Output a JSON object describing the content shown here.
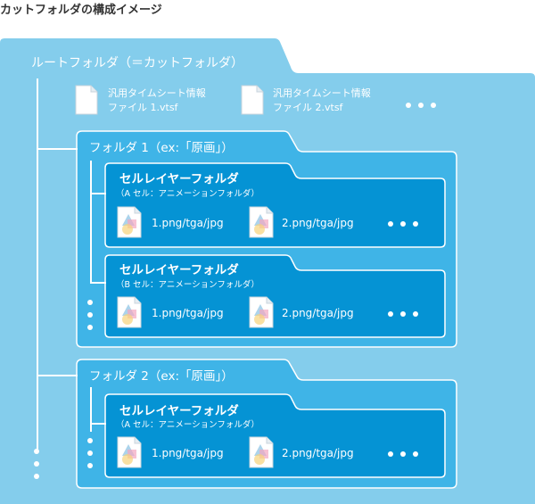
{
  "title": "カットフォルダの構成イメージ",
  "root": {
    "label": "ルートフォルダ（＝カットフォルダ）"
  },
  "files": [
    {
      "line1": "汎用タイムシート情報",
      "line2": "ファイル 1.vtsf"
    },
    {
      "line1": "汎用タイムシート情報",
      "line2": "ファイル 2.vtsf"
    }
  ],
  "folders": [
    {
      "label": "フォルダ 1（ex:「原画」）",
      "cels": [
        {
          "title": "セルレイヤーフォルダ",
          "note": "（A セル：アニメーションフォルダ）",
          "images": [
            "1.png/tga/jpg",
            "2.png/tga/jpg"
          ]
        },
        {
          "title": "セルレイヤーフォルダ",
          "note": "（B セル：アニメーションフォルダ）",
          "images": [
            "1.png/tga/jpg",
            "2.png/tga/jpg"
          ]
        }
      ]
    },
    {
      "label": "フォルダ 2（ex:「原画」）",
      "cels": [
        {
          "title": "セルレイヤーフォルダ",
          "note": "（A セル：アニメーションフォルダ）",
          "images": [
            "1.png/tga/jpg",
            "2.png/tga/jpg"
          ]
        }
      ]
    }
  ],
  "colors": {
    "root": "#84cdec",
    "folder": "#3fb4e7",
    "cel": "#0593d4",
    "stroke": "#ffffff"
  },
  "icons": {
    "file": "document-icon",
    "image": "image-file-icon",
    "more": "ellipsis-icon"
  }
}
